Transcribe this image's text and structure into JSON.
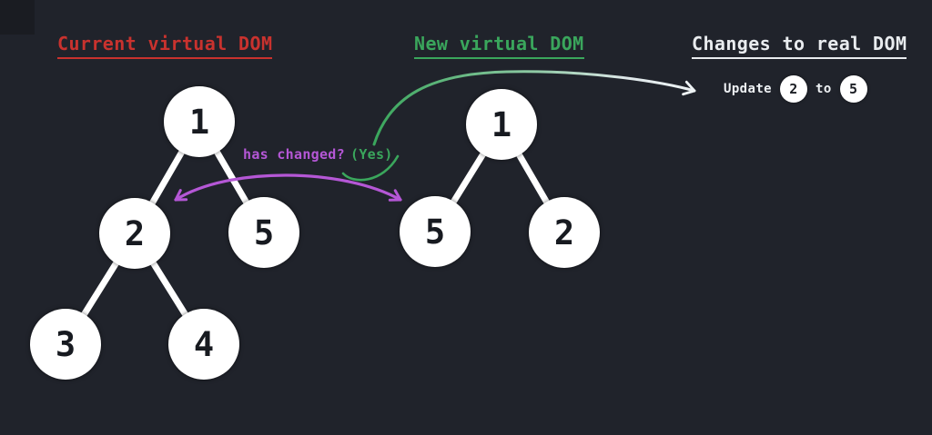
{
  "titles": {
    "current": {
      "text": "Current virtual DOM",
      "color": "#c9322e"
    },
    "new": {
      "text": "New virtual DOM",
      "color": "#3aa65c"
    },
    "changes": {
      "text": "Changes to real DOM",
      "color": "#e9ecef"
    }
  },
  "trees": {
    "current": {
      "nodes": [
        {
          "label": "1"
        },
        {
          "label": "2"
        },
        {
          "label": "5"
        },
        {
          "label": "3"
        },
        {
          "label": "4"
        }
      ]
    },
    "new": {
      "nodes": [
        {
          "label": "1"
        },
        {
          "label": "5"
        },
        {
          "label": "2"
        }
      ]
    }
  },
  "annotation": {
    "question": "has changed?",
    "answer": "(Yes)",
    "question_color": "#b557d6",
    "answer_color": "#3aa65c"
  },
  "changes_panel": {
    "action": "Update",
    "from": "2",
    "connector": "to",
    "to": "5"
  },
  "colors": {
    "background": "#20232b",
    "node_fill": "#ffffff",
    "node_text": "#171a20",
    "edge": "#ffffff",
    "compare_arrow": "#b557d6",
    "result_arrow_start": "#3aa65c",
    "result_arrow_end": "#e9eef2"
  }
}
